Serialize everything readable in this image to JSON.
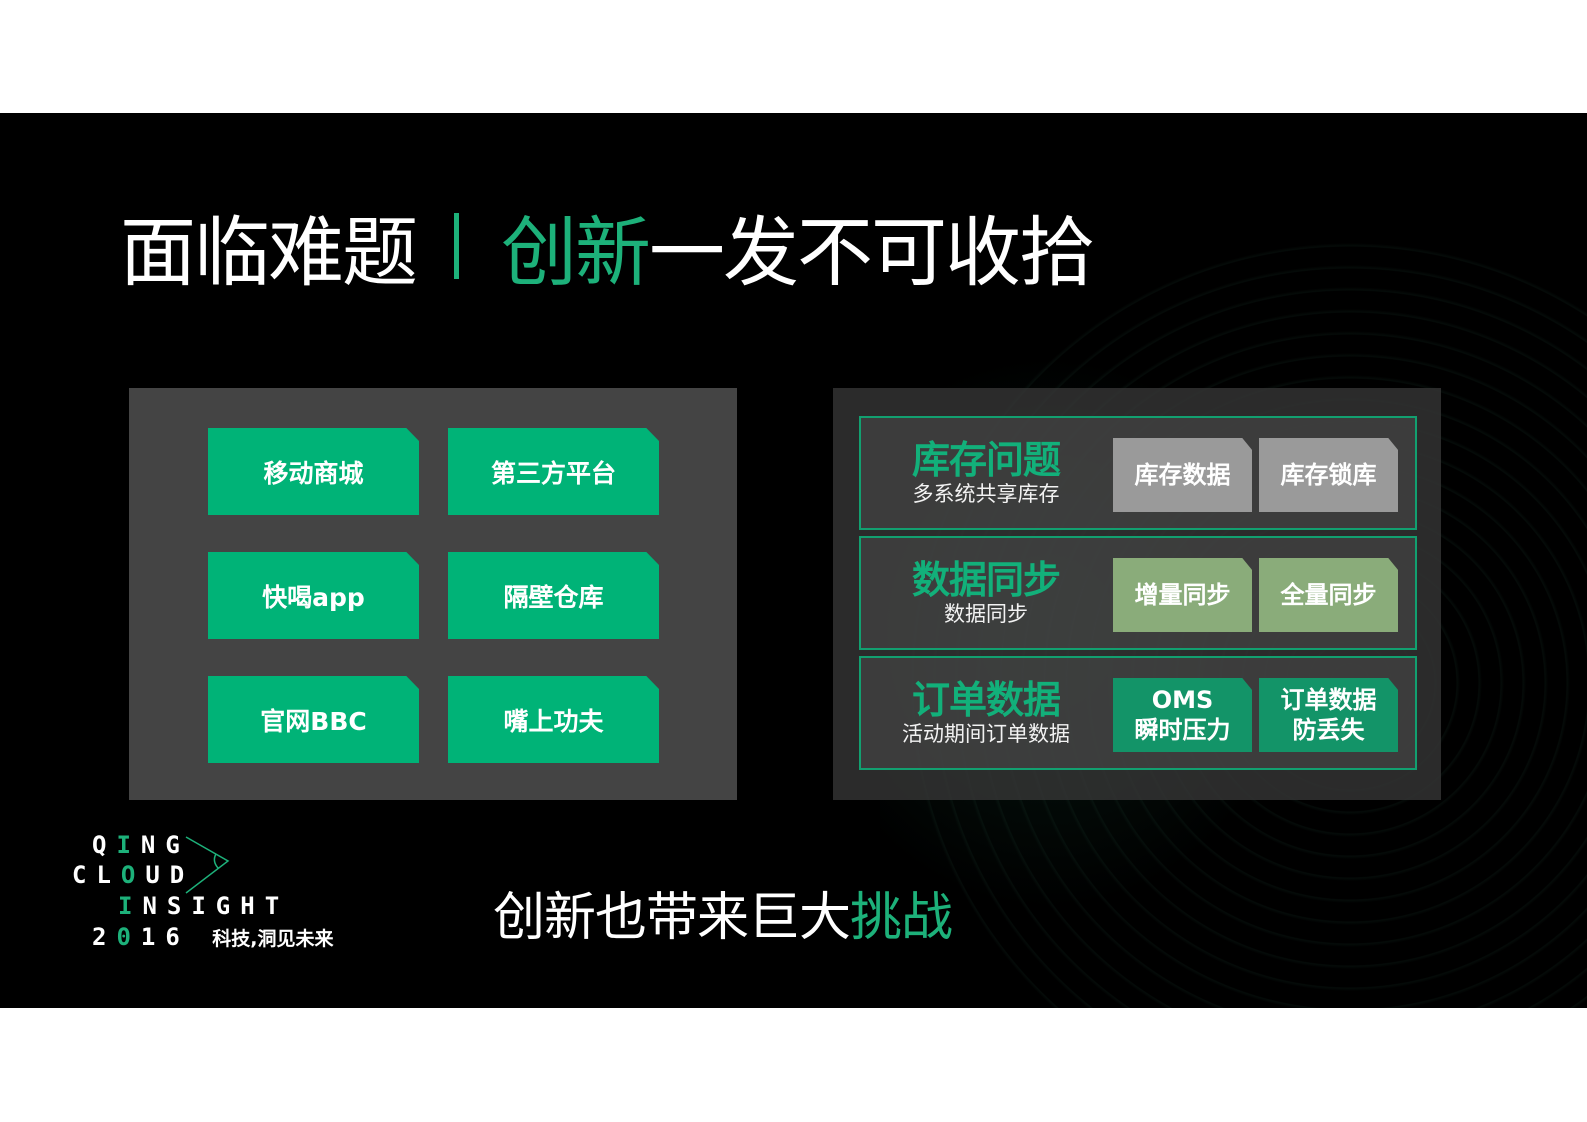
{
  "title": {
    "part1": "面临难题",
    "accent": "创新",
    "part2": "一发不可收拾"
  },
  "left_panel": {
    "tiles": [
      {
        "label": "移动商城"
      },
      {
        "label": "第三方平台"
      },
      {
        "label": "快喝app"
      },
      {
        "label": "隔壁仓库"
      },
      {
        "label": "官网BBC"
      },
      {
        "label": "嘴上功夫"
      }
    ]
  },
  "right_panel": {
    "rows": [
      {
        "title": "库存问题",
        "subtitle": "多系统共享库存",
        "chips": [
          {
            "line1": "库存数据",
            "line2": ""
          },
          {
            "line1": "库存锁库",
            "line2": ""
          }
        ]
      },
      {
        "title": "数据同步",
        "subtitle": "数据同步",
        "chips": [
          {
            "line1": "增量同步",
            "line2": ""
          },
          {
            "line1": "全量同步",
            "line2": ""
          }
        ]
      },
      {
        "title": "订单数据",
        "subtitle": "活动期间订单数据",
        "chips": [
          {
            "line1": "OMS",
            "line2": "瞬时压力"
          },
          {
            "line1": "订单数据",
            "line2": "防丢失"
          }
        ]
      }
    ]
  },
  "logo": {
    "line1_a": "Q",
    "line1_g": "I",
    "line1_b": "NG",
    "line2_a": "CL",
    "line2_g": "O",
    "line2_b": "UD",
    "line3_g": "I",
    "line3_b": "NSIGHT",
    "line4_a": "2",
    "line4_g": "0",
    "line4_b": "16",
    "tagline": "科技,洞见未来"
  },
  "caption": {
    "text": "创新也带来巨大",
    "accent": "挑战"
  },
  "colors": {
    "accent_green": "#1db17a",
    "tile_green": "#00b377",
    "chip_gray": "#9a9a9a",
    "chip_olive": "#8aac7a",
    "chip_green": "#139468",
    "panel_gray": "#444444",
    "background": "#000000"
  }
}
